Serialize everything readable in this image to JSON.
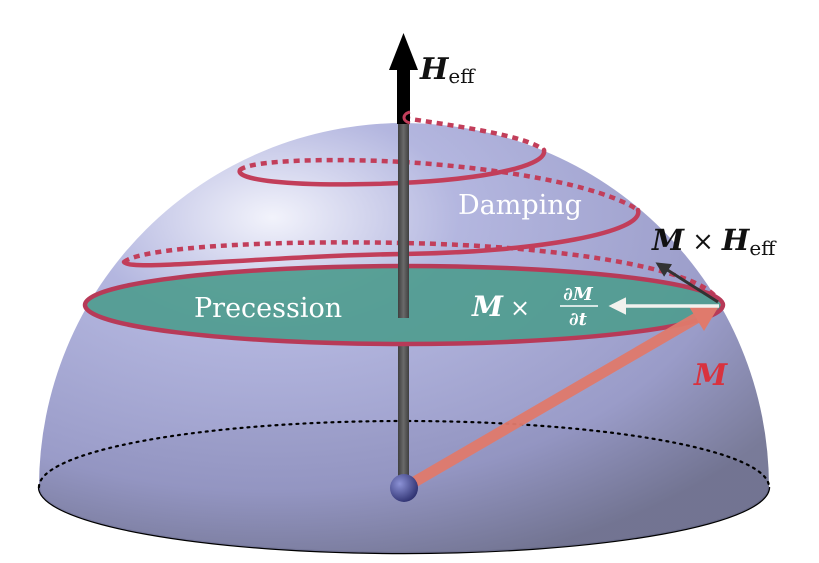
{
  "labels": {
    "heff_main": "H",
    "heff_sub": "eff",
    "damping": "Damping",
    "precession": "Precession",
    "m_cross_heff_m": "M",
    "m_cross_heff_times": "×",
    "m_cross_heff_h": "H",
    "m_cross_heff_sub": "eff",
    "m_cross_dmdt_m": "M",
    "m_cross_dmdt_times": "×",
    "dmdt_numerator": "∂M",
    "dmdt_denominator": "∂t",
    "magnetization": "M"
  },
  "colors": {
    "sphere_light": "#d9dcf2",
    "sphere_mid": "#9fa3d4",
    "sphere_dark": "#77799a",
    "base": "#a3a3a3",
    "precession_disk": "#4f9c8f",
    "spiral": "#c23e5a",
    "axis": "#555555",
    "h_arrow": "#000000",
    "m_arrow": "#e07a6c",
    "m_label": "#d8323e",
    "white_arrow": "#f2f2ee",
    "dark_arrow": "#333333",
    "origin_ball": "#3b3f86"
  },
  "icons": {
    "origin": "sphere-ball-icon",
    "axis_arrow": "arrow-up-icon"
  }
}
